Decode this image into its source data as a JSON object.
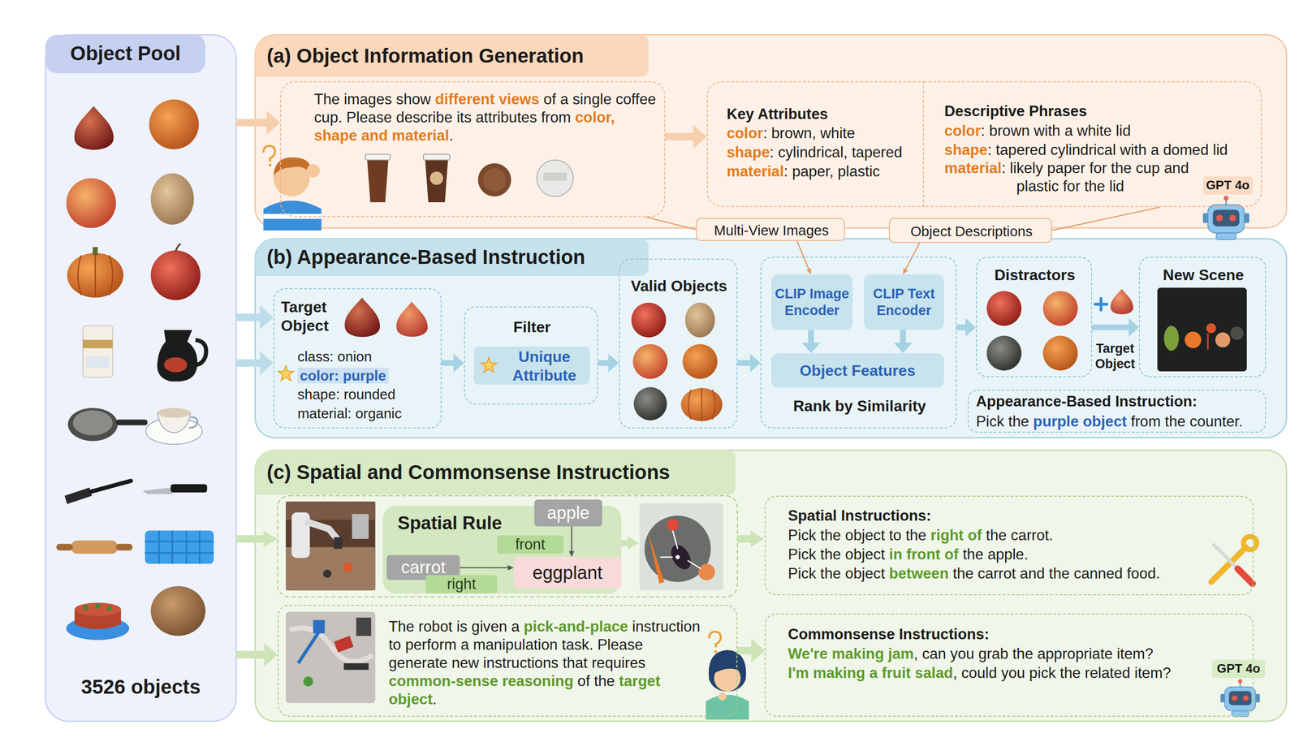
{
  "diagram": {
    "nodes": [
      {
        "text": [
          "Object Pool",
          "3526 objects"
        ]
      },
      {
        "text": [
          "(a) Object Information Generation"
        ]
      },
      {
        "text": [
          "The images show",
          "different views",
          "of a single coffee cup. Please describe its attributes from",
          "color, shape and material",
          "."
        ],
        "in": 1
      },
      {
        "text": [
          "Key Attributes",
          "color",
          ": brown, white",
          "shape",
          ": cylindrical, tapered",
          "material",
          ": paper, plastic"
        ],
        "in": 1
      },
      {
        "text": [
          "Descriptive Phrases",
          "color",
          ": brown with a white lid",
          "shape",
          ": tapered cylindrical with a domed lid",
          "material",
          ": likely paper for the cup and plastic for the lid"
        ],
        "in": 1
      },
      {
        "text": [
          "Multi-View Images"
        ]
      },
      {
        "text": [
          "Object Descriptions"
        ]
      },
      {
        "text": [
          "(b) Appearance-Based Instruction"
        ]
      },
      {
        "text": [
          "Target Object",
          "class: onion",
          "color: purple",
          "shape: rounded",
          "material: organic"
        ],
        "in": 7
      },
      {
        "text": [
          "Filter"
        ],
        "in": 7
      },
      {
        "text": [
          "Unique Attribute"
        ],
        "in": 9
      },
      {
        "text": [
          "Valid Objects"
        ],
        "in": 7
      },
      {
        "text": [
          "Rank by Similarity"
        ],
        "in": 7
      },
      {
        "text": [
          "CLIP Image Encoder"
        ],
        "in": 12
      },
      {
        "text": [
          "CLIP Text Encoder"
        ],
        "in": 12
      },
      {
        "text": [
          "Object Features"
        ],
        "in": 12
      },
      {
        "text": [
          "Distractors"
        ],
        "in": 7
      },
      {
        "text": [
          "New Scene"
        ],
        "in": 7
      },
      {
        "text": [
          "Appearance-Based Instruction:",
          "Pick the",
          "purple object",
          "from the counter."
        ],
        "in": 7
      },
      {
        "text": [
          "(c) Spatial and Commonsense Instructions"
        ]
      },
      {
        "text": [
          "Spatial Rule"
        ],
        "in": 19
      },
      {
        "text": [
          "apple"
        ],
        "in": 20
      },
      {
        "text": [
          "carrot"
        ],
        "in": 20
      },
      {
        "text": [
          "eggplant"
        ],
        "in": 20
      },
      {
        "text": [
          "Spatial Instructions:",
          "Pick the object to the",
          "right of",
          "the carrot.",
          "Pick the object",
          "in front of",
          "the apple.",
          "Pick the object",
          "between",
          "the carrot and the canned food."
        ],
        "in": 19
      },
      {
        "text": [
          "The robot is given a",
          "pick-and-place",
          "instruction to perform a manipulation task. Please generate new instructions that requires",
          "common-sense reasoning",
          "of the",
          "target object",
          "."
        ],
        "in": 19
      },
      {
        "text": [
          "Commonsense Instructions:",
          "We're making jam",
          ", can you grab the appropriate item?",
          "I'm making a fruit salad",
          ", could you pick the related item?"
        ],
        "in": 19
      }
    ],
    "edges": [
      {
        "from": 0,
        "to": 2,
        "arrow": "to"
      },
      {
        "from": 2,
        "to": 3,
        "arrow": "to"
      },
      {
        "from": 2,
        "to": 5,
        "arrow": "none"
      },
      {
        "from": 4,
        "to": 6,
        "arrow": "none"
      },
      {
        "from": 5,
        "to": 13,
        "arrow": "to"
      },
      {
        "from": 6,
        "to": 14,
        "arrow": "to"
      },
      {
        "from": 0,
        "to": 8,
        "arrow": "to"
      },
      {
        "from": 0,
        "to": 8,
        "arrow": "to"
      },
      {
        "from": 8,
        "to": 9,
        "arrow": "to"
      },
      {
        "from": 9,
        "to": 11,
        "arrow": "to"
      },
      {
        "from": 11,
        "to": 12,
        "arrow": "to"
      },
      {
        "from": 13,
        "to": 15,
        "arrow": "to"
      },
      {
        "from": 14,
        "to": 15,
        "arrow": "to"
      },
      {
        "from": 12,
        "to": 16,
        "arrow": "to"
      },
      {
        "from": 16,
        "to": 17,
        "arrow": "to"
      },
      {
        "from": 21,
        "to": 23,
        "label": "front",
        "arrow": "to"
      },
      {
        "from": 22,
        "to": 23,
        "label": "right",
        "arrow": "to"
      },
      {
        "from": 25,
        "to": 26,
        "arrow": "to"
      },
      {
        "from": 0,
        "to": 25,
        "arrow": "to"
      }
    ],
    "labels": [
      "GPT 4o",
      "Target Object",
      "GPT 4o"
    ]
  }
}
